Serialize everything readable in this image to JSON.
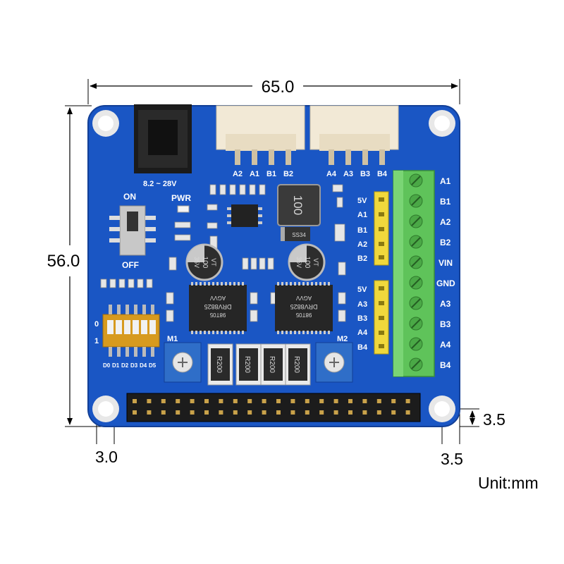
{
  "dimensions": {
    "width": "65.0",
    "height": "56.0",
    "hole_offset_left": "3.0",
    "hole_offset_right": "3.5",
    "hole_offset_bottom": "3.5",
    "unit": "Unit:mm"
  },
  "board": {
    "color": "#1a56c4",
    "power_input": "8.2 ~ 28V",
    "switch_on": "ON",
    "switch_off": "OFF",
    "pwr_led": "PWR",
    "inductor": "100",
    "diode": "SS34",
    "capacitor_left": {
      "value": "100",
      "rating": "35V",
      "series": "VT"
    },
    "capacitor_right": {
      "value": "100",
      "rating": "35V",
      "series": "VT"
    },
    "driver_chip_left": {
      "line1": "DRV8825",
      "line2": "98T05",
      "line3": "AGVV"
    },
    "driver_chip_right": {
      "line1": "DRV8825",
      "line2": "98T05",
      "line3": "AGVV"
    },
    "motor1_label": "M1",
    "motor2_label": "M2",
    "resistors": [
      "R200",
      "R200",
      "R200",
      "R200"
    ],
    "dip_switch": {
      "row0": "0",
      "row1": "1",
      "labels": [
        "D0",
        "D1",
        "D2",
        "D3",
        "D4",
        "D5"
      ]
    },
    "connector_left": [
      "A2",
      "A1",
      "B1",
      "B2"
    ],
    "connector_right": [
      "A4",
      "A3",
      "B3",
      "B4"
    ],
    "header_top": [
      "5V",
      "A1",
      "B1",
      "A2",
      "B2"
    ],
    "header_bottom": [
      "5V",
      "A3",
      "B3",
      "A4",
      "B4"
    ],
    "terminal_labels": [
      "A1",
      "B1",
      "A2",
      "B2",
      "VIN",
      "GND",
      "A3",
      "B3",
      "A4",
      "B4"
    ]
  }
}
